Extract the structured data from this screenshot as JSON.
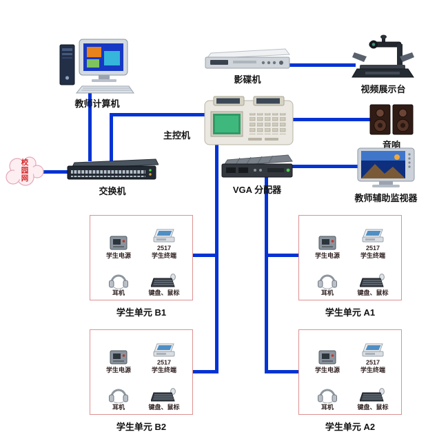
{
  "diagram": {
    "colors": {
      "line": "#0433d4",
      "unit_border": "#dd9090",
      "cloud_text": "#d42828"
    },
    "nodes": {
      "teacher_computer": "教师计算机",
      "dvd_player": "影碟机",
      "video_presenter": "视频展示台",
      "main_console": "主控机",
      "speakers": "音响",
      "vga_splitter": "VGA 分配器",
      "aux_monitor": "教师辅助监视器",
      "campus_network": "校园网",
      "switch": "交换机"
    },
    "student_items": {
      "power": "学生电源",
      "terminal_model": "2517",
      "terminal": "学生终端",
      "headphones": "耳机",
      "keyboard_mouse": "键盘、鼠标"
    },
    "student_units": [
      {
        "id": "B1",
        "label": "学生单元 B1"
      },
      {
        "id": "A1",
        "label": "学生单元 A1"
      },
      {
        "id": "B2",
        "label": "学生单元 B2"
      },
      {
        "id": "A2",
        "label": "学生单元 A2"
      }
    ]
  }
}
